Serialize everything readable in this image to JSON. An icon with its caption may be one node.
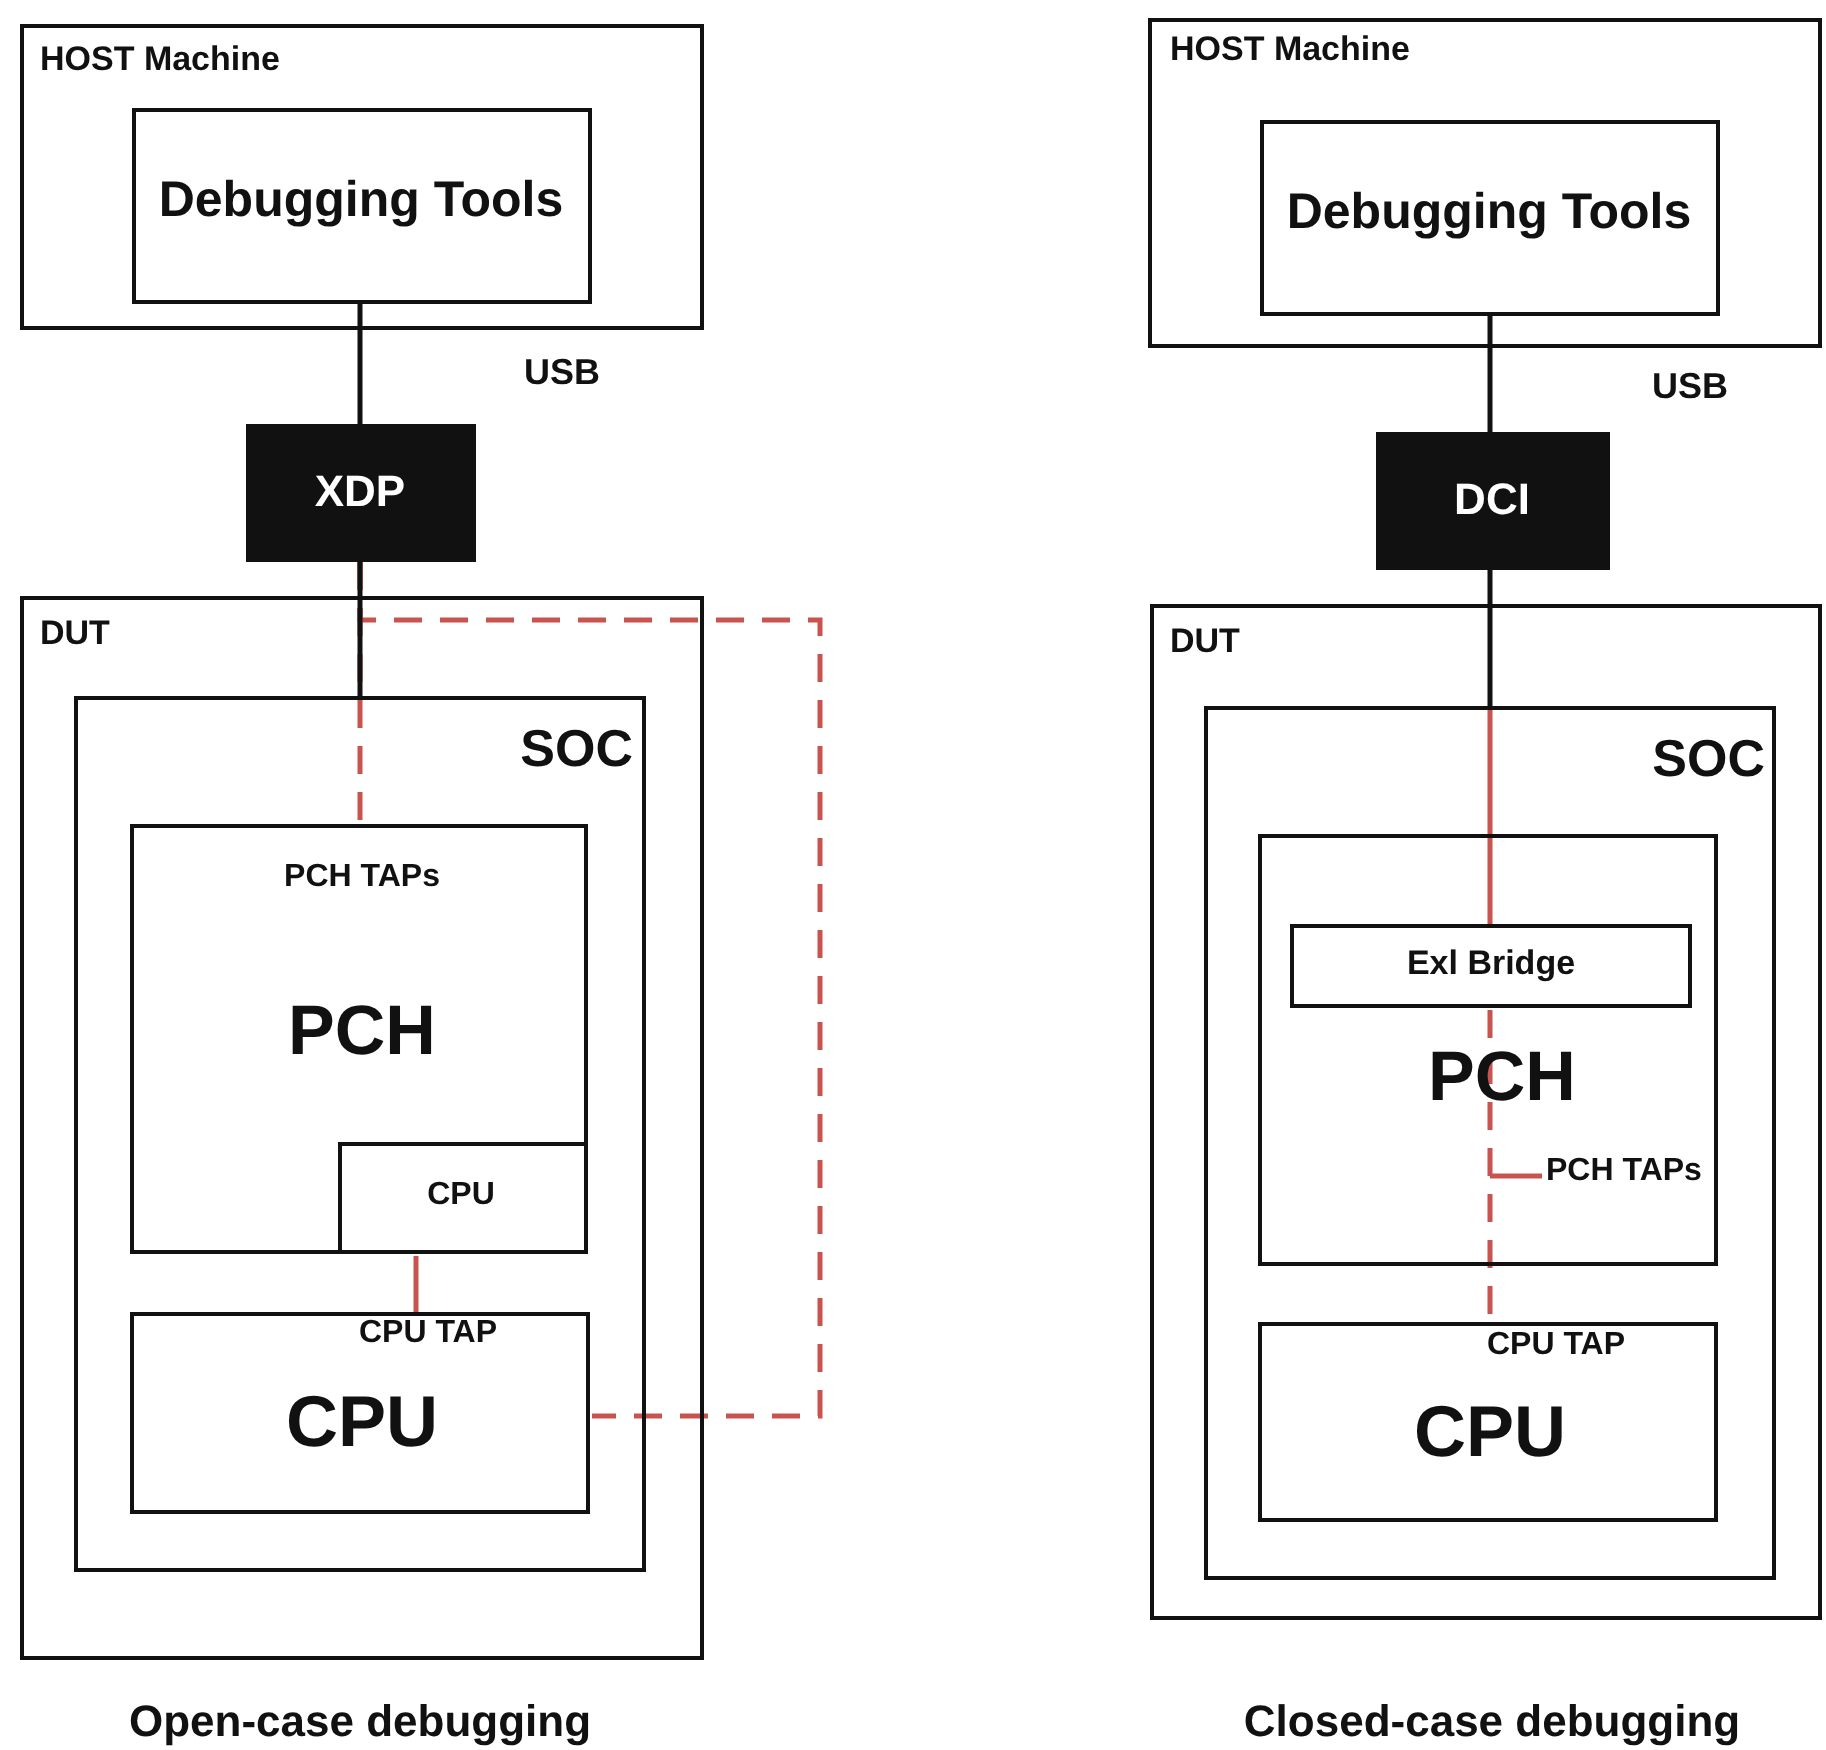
{
  "diagram": {
    "nodes": [
      {
        "text": [
          "HOST Machine"
        ]
      },
      {
        "text": [
          "Debugging Tools"
        ],
        "in": 0
      },
      {
        "text": [
          "XDP"
        ]
      },
      {
        "text": [
          "DUT"
        ]
      },
      {
        "text": [
          "SOC"
        ],
        "in": 3
      },
      {
        "text": [
          "PCH TAPs",
          "PCH"
        ],
        "in": 4
      },
      {
        "text": [
          "CPU"
        ],
        "in": 5
      },
      {
        "text": [
          "CPU TAP",
          "CPU"
        ],
        "in": 4
      },
      {
        "text": [
          "HOST Machine"
        ]
      },
      {
        "text": [
          "Debugging Tools"
        ],
        "in": 8
      },
      {
        "text": [
          "DCI"
        ]
      },
      {
        "text": [
          "DUT"
        ]
      },
      {
        "text": [
          "SOC"
        ],
        "in": 11
      },
      {
        "text": [
          "PCH",
          "PCH TAPs"
        ],
        "in": 12
      },
      {
        "text": [
          "Exl Bridge"
        ],
        "in": 13
      },
      {
        "text": [
          "CPU TAP",
          "CPU"
        ],
        "in": 12
      }
    ],
    "edges": [
      {
        "from": 1,
        "to": 2,
        "arrow": "none",
        "color": "#111111"
      },
      {
        "from": 2,
        "to": 5,
        "arrow": "none",
        "style": "dashed"
      },
      {
        "from": 2,
        "to": 4,
        "arrow": "none",
        "color": "#111111"
      },
      {
        "from": 2,
        "to": 7,
        "arrow": "none",
        "style": "dashed"
      },
      {
        "from": 6,
        "to": 7,
        "arrow": "none"
      },
      {
        "from": 9,
        "to": 10,
        "arrow": "none",
        "color": "#111111"
      },
      {
        "from": 10,
        "to": 12,
        "arrow": "none",
        "color": "#111111"
      },
      {
        "from": 12,
        "to": 14,
        "arrow": "none"
      },
      {
        "from": 14,
        "to": 15,
        "arrow": "none",
        "style": "dashed"
      }
    ],
    "labels": [
      "USB",
      "USB",
      "Open-case debugging",
      "Closed-case debugging"
    ]
  }
}
